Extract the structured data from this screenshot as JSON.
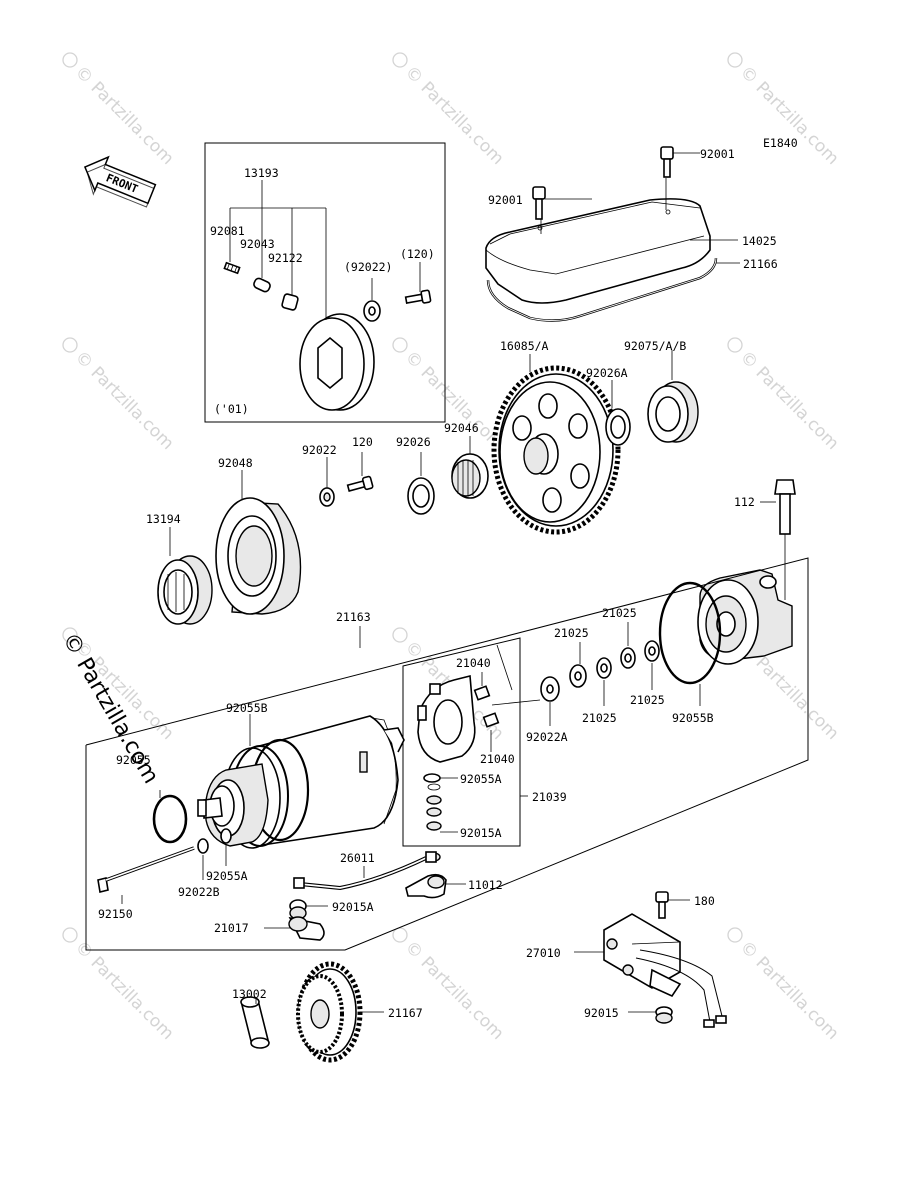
{
  "diagram_code": "E1840",
  "front_label": "FRONT",
  "kit_year": "('01)",
  "watermark": "© Partzilla.com",
  "side_watermark": "© Partzilla.com",
  "labels": {
    "p92001a": "92001",
    "p92001b": "92001",
    "p14025": "14025",
    "p21166": "21166",
    "p13193": "13193",
    "p92081": "92081",
    "p92043": "92043",
    "p92122": "92122",
    "p92022p": "(92022)",
    "p120p": "(120)",
    "p16085": "16085/A",
    "p92075": "92075/A/B",
    "p92026a": "92026A",
    "p92048": "92048",
    "p92022": "92022",
    "p120": "120",
    "p92026": "92026",
    "p92046": "92046",
    "p13194": "13194",
    "p112": "112",
    "p21163": "21163",
    "p21025a": "21025",
    "p21025b": "21025",
    "p21025c": "21025",
    "p21025d": "21025",
    "p21040a": "21040",
    "p21040b": "21040",
    "p92022a": "92022A",
    "p92055bl": "92055B",
    "p92055br": "92055B",
    "p92055": "92055",
    "p21039": "21039",
    "p92055a1": "92055A",
    "p92015a1": "92015A",
    "p26011": "26011",
    "p11012": "11012",
    "p92055a2": "92055A",
    "p92022b": "92022B",
    "p92150": "92150",
    "p92015a2": "92015A",
    "p21017": "21017",
    "p180": "180",
    "p27010": "27010",
    "p92015": "92015",
    "p13002": "13002",
    "p21167": "21167"
  }
}
